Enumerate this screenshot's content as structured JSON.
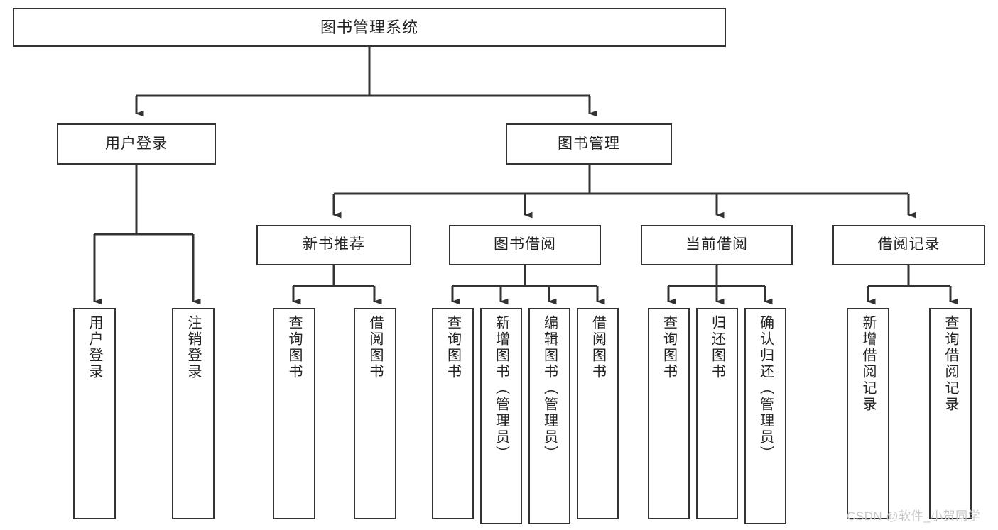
{
  "diagram": {
    "title": "图书管理系统",
    "type": "tree",
    "colors": {
      "border": "#333333",
      "fill": "#ffffff",
      "text": "#222222",
      "edge": "#333333",
      "watermark": "#c9c9c9",
      "background": "#ffffff"
    },
    "nodes": {
      "root": {
        "label": "图书管理系统",
        "level": 0
      },
      "user_login": {
        "label": "用户登录",
        "level": 1
      },
      "book_mgmt": {
        "label": "图书管理",
        "level": 1
      },
      "new_book_rec": {
        "label": "新书推荐",
        "level": 2
      },
      "book_borrow": {
        "label": "图书借阅",
        "level": 2
      },
      "current_borrow": {
        "label": "当前借阅",
        "level": 2
      },
      "borrow_record": {
        "label": "借阅记录",
        "level": 2
      },
      "leaf_user_login": {
        "label": "用户登录",
        "level": 2,
        "parent": "user_login"
      },
      "leaf_logout": {
        "label": "注销登录",
        "level": 2,
        "parent": "user_login"
      },
      "leaf_query_book_1": {
        "label": "查询图书",
        "level": 3,
        "parent": "new_book_rec"
      },
      "leaf_borrow_book_1": {
        "label": "借阅图书",
        "level": 3,
        "parent": "new_book_rec"
      },
      "leaf_query_book_2": {
        "label": "查询图书",
        "level": 3,
        "parent": "book_borrow"
      },
      "leaf_add_book": {
        "label": "新增图书（管理员）",
        "level": 3,
        "parent": "book_borrow"
      },
      "leaf_edit_book": {
        "label": "编辑图书（管理员）",
        "level": 3,
        "parent": "book_borrow"
      },
      "leaf_borrow_book_2": {
        "label": "借阅图书",
        "level": 3,
        "parent": "book_borrow"
      },
      "leaf_query_book_3": {
        "label": "查询图书",
        "level": 3,
        "parent": "current_borrow"
      },
      "leaf_return_book": {
        "label": "归还图书",
        "level": 3,
        "parent": "current_borrow"
      },
      "leaf_confirm_return": {
        "label": "确认归还（管理员）",
        "level": 3,
        "parent": "current_borrow"
      },
      "leaf_add_record": {
        "label": "新增借阅记录",
        "level": 3,
        "parent": "borrow_record"
      },
      "leaf_query_record": {
        "label": "查询借阅记录",
        "level": 3,
        "parent": "borrow_record"
      }
    }
  },
  "watermark": {
    "text": "CSDN @软件_小贺同学"
  }
}
